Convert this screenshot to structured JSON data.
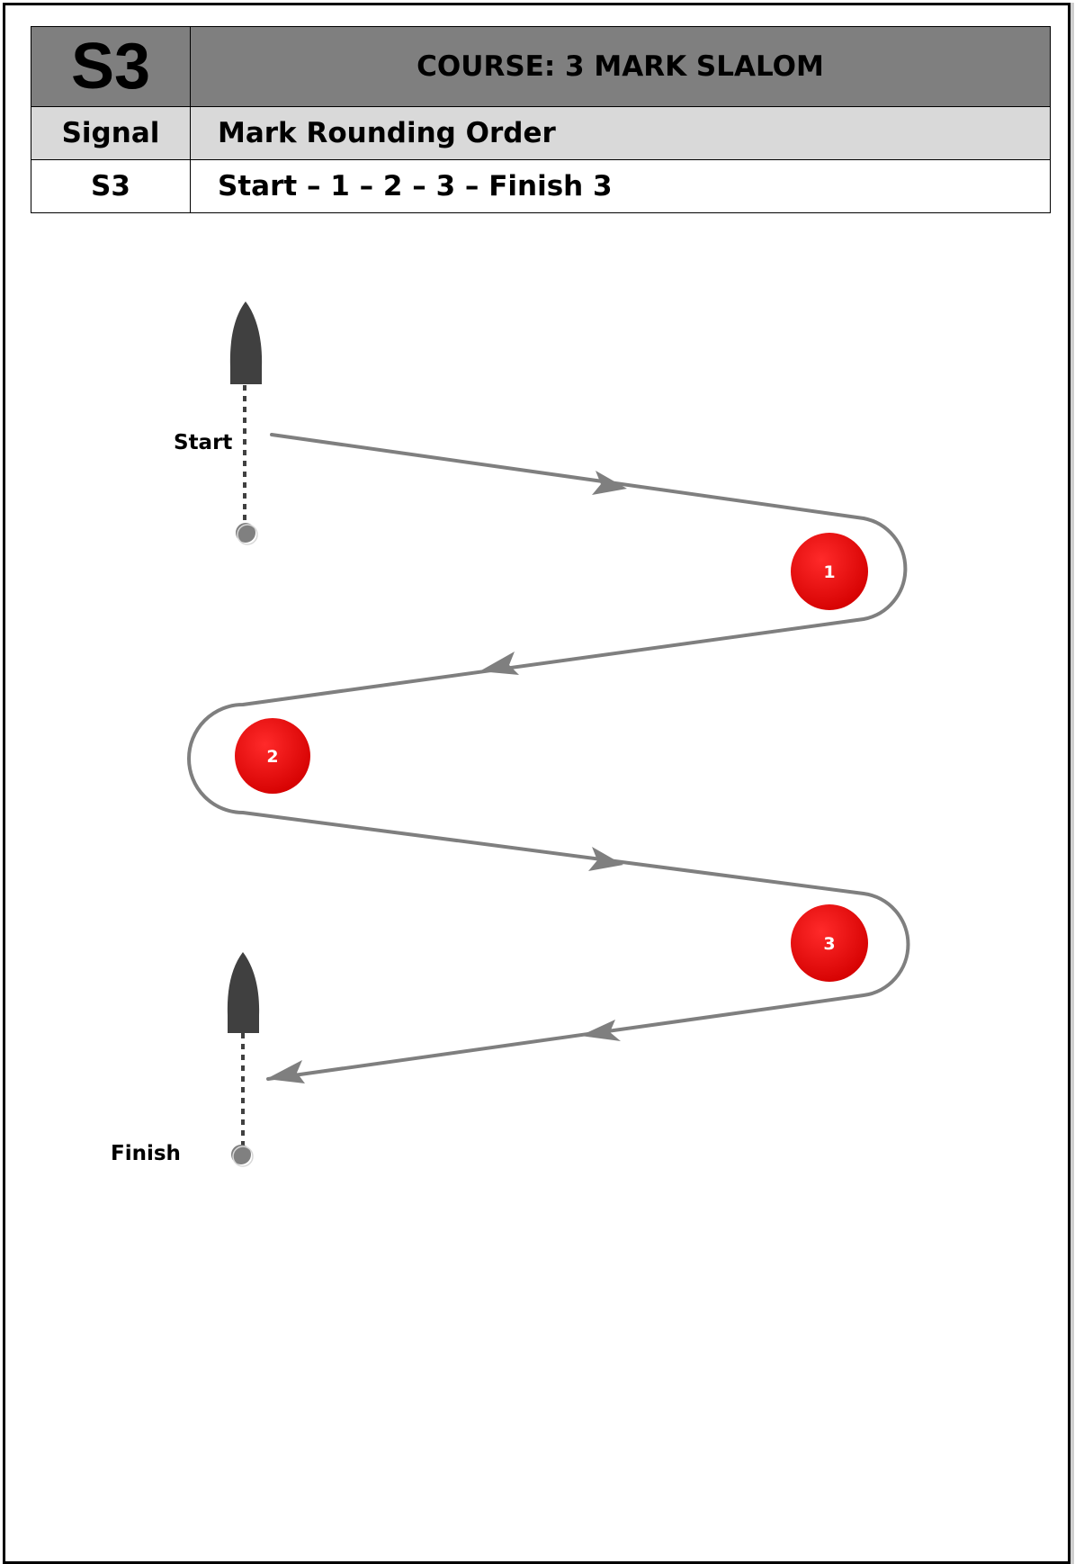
{
  "header": {
    "code": "S3",
    "title": "COURSE: 3 MARK SLALOM",
    "col_signal": "Signal",
    "col_order": "Mark Rounding Order",
    "row_signal": "S3",
    "row_order": "Start – 1 – 2 – 3 – Finish 3"
  },
  "diagram": {
    "start_label": "Start",
    "finish_label": "Finish",
    "marks": [
      "1",
      "2",
      "3"
    ],
    "colors": {
      "mark_fill": "#e00000",
      "course_line": "#7f7f7f",
      "boat": "#404040",
      "pin": "#808080"
    }
  }
}
